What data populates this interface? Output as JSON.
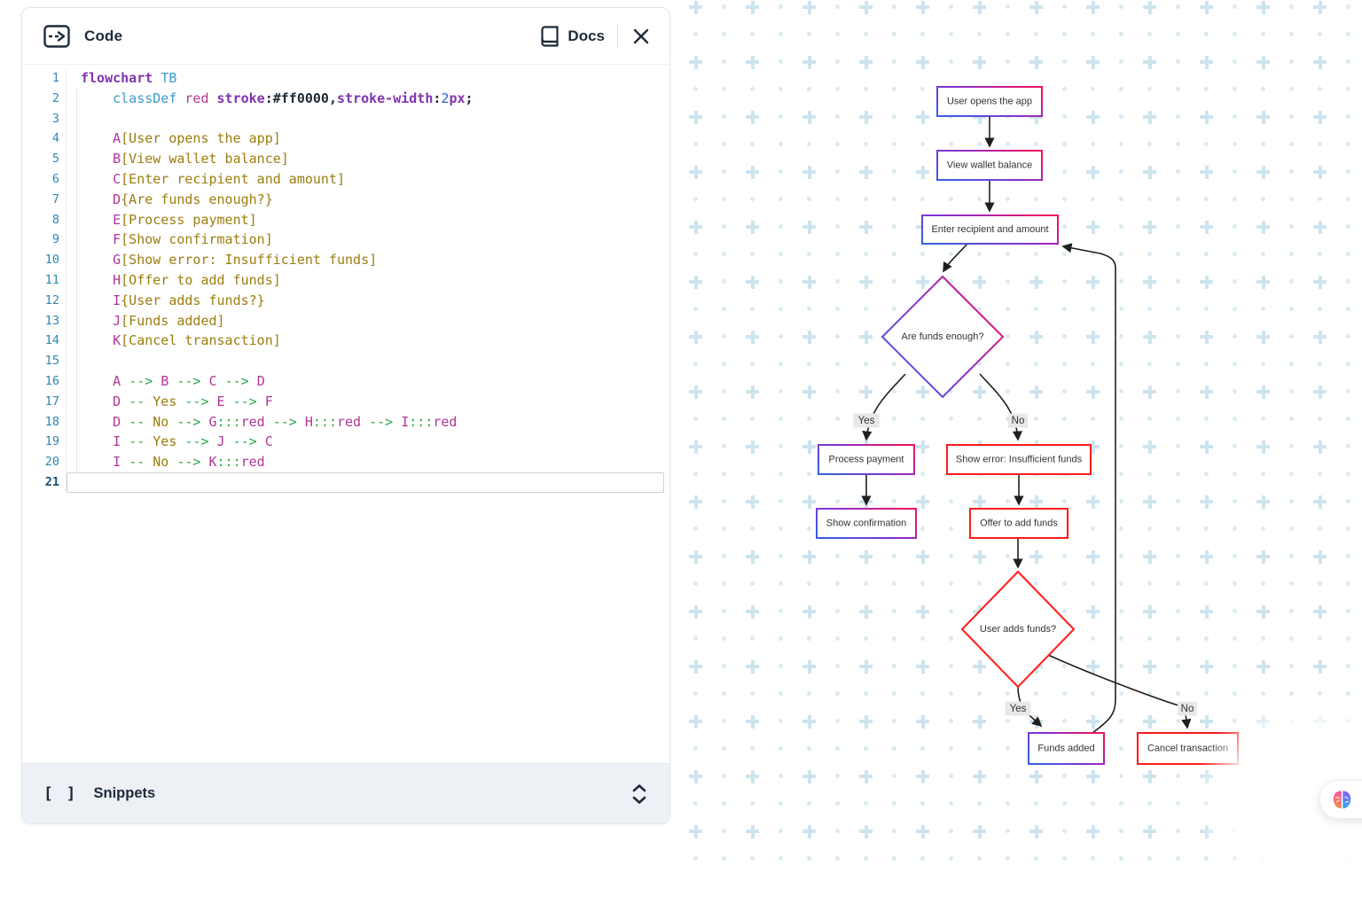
{
  "header": {
    "title": "Code",
    "docs_label": "Docs"
  },
  "editor": {
    "active_line": 21,
    "lines": [
      [
        [
          "k",
          "flowchart"
        ],
        [
          "p",
          " "
        ],
        [
          "t",
          "TB"
        ]
      ],
      [
        [
          "p",
          "    "
        ],
        [
          "t",
          "classDef"
        ],
        [
          "p",
          " "
        ],
        [
          "m",
          "red"
        ],
        [
          "p",
          " "
        ],
        [
          "k",
          "stroke"
        ],
        [
          "d",
          ":"
        ],
        [
          "d",
          "#ff0000"
        ],
        [
          "d",
          ","
        ],
        [
          "k",
          "stroke-width"
        ],
        [
          "d",
          ":"
        ],
        [
          "n",
          "2"
        ],
        [
          "k",
          "px"
        ],
        [
          "d",
          ";"
        ]
      ],
      [],
      [
        [
          "p",
          "    "
        ],
        [
          "m",
          "A"
        ],
        [
          "s",
          "[User opens the app]"
        ]
      ],
      [
        [
          "p",
          "    "
        ],
        [
          "m",
          "B"
        ],
        [
          "s",
          "[View wallet balance]"
        ]
      ],
      [
        [
          "p",
          "    "
        ],
        [
          "m",
          "C"
        ],
        [
          "s",
          "[Enter recipient and amount]"
        ]
      ],
      [
        [
          "p",
          "    "
        ],
        [
          "m",
          "D"
        ],
        [
          "s",
          "{Are funds enough?}"
        ]
      ],
      [
        [
          "p",
          "    "
        ],
        [
          "m",
          "E"
        ],
        [
          "s",
          "[Process payment]"
        ]
      ],
      [
        [
          "p",
          "    "
        ],
        [
          "m",
          "F"
        ],
        [
          "s",
          "[Show confirmation]"
        ]
      ],
      [
        [
          "p",
          "    "
        ],
        [
          "m",
          "G"
        ],
        [
          "s",
          "[Show error: Insufficient funds]"
        ]
      ],
      [
        [
          "p",
          "    "
        ],
        [
          "m",
          "H"
        ],
        [
          "s",
          "[Offer to add funds]"
        ]
      ],
      [
        [
          "p",
          "    "
        ],
        [
          "m",
          "I"
        ],
        [
          "s",
          "{User adds funds?}"
        ]
      ],
      [
        [
          "p",
          "    "
        ],
        [
          "m",
          "J"
        ],
        [
          "s",
          "[Funds added]"
        ]
      ],
      [
        [
          "p",
          "    "
        ],
        [
          "m",
          "K"
        ],
        [
          "s",
          "[Cancel transaction]"
        ]
      ],
      [],
      [
        [
          "p",
          "    "
        ],
        [
          "m",
          "A"
        ],
        [
          "p",
          " "
        ],
        [
          "g",
          "-->"
        ],
        [
          "p",
          " "
        ],
        [
          "m",
          "B"
        ],
        [
          "p",
          " "
        ],
        [
          "g",
          "-->"
        ],
        [
          "p",
          " "
        ],
        [
          "m",
          "C"
        ],
        [
          "p",
          " "
        ],
        [
          "g",
          "-->"
        ],
        [
          "p",
          " "
        ],
        [
          "m",
          "D"
        ]
      ],
      [
        [
          "p",
          "    "
        ],
        [
          "m",
          "D"
        ],
        [
          "p",
          " "
        ],
        [
          "g",
          "--"
        ],
        [
          "p",
          " "
        ],
        [
          "s",
          "Yes"
        ],
        [
          "p",
          " "
        ],
        [
          "g",
          "-->"
        ],
        [
          "p",
          " "
        ],
        [
          "m",
          "E"
        ],
        [
          "p",
          " "
        ],
        [
          "g",
          "-->"
        ],
        [
          "p",
          " "
        ],
        [
          "m",
          "F"
        ]
      ],
      [
        [
          "p",
          "    "
        ],
        [
          "m",
          "D"
        ],
        [
          "p",
          " "
        ],
        [
          "g",
          "--"
        ],
        [
          "p",
          " "
        ],
        [
          "s",
          "No"
        ],
        [
          "p",
          " "
        ],
        [
          "g",
          "-->"
        ],
        [
          "p",
          " "
        ],
        [
          "m",
          "G"
        ],
        [
          "g",
          ":::"
        ],
        [
          "m",
          "red"
        ],
        [
          "p",
          " "
        ],
        [
          "g",
          "-->"
        ],
        [
          "p",
          " "
        ],
        [
          "m",
          "H"
        ],
        [
          "g",
          ":::"
        ],
        [
          "m",
          "red"
        ],
        [
          "p",
          " "
        ],
        [
          "g",
          "-->"
        ],
        [
          "p",
          " "
        ],
        [
          "m",
          "I"
        ],
        [
          "g",
          ":::"
        ],
        [
          "m",
          "red"
        ]
      ],
      [
        [
          "p",
          "    "
        ],
        [
          "m",
          "I"
        ],
        [
          "p",
          " "
        ],
        [
          "g",
          "--"
        ],
        [
          "p",
          " "
        ],
        [
          "s",
          "Yes"
        ],
        [
          "p",
          " "
        ],
        [
          "g",
          "-->"
        ],
        [
          "p",
          " "
        ],
        [
          "m",
          "J"
        ],
        [
          "p",
          " "
        ],
        [
          "g",
          "-->"
        ],
        [
          "p",
          " "
        ],
        [
          "m",
          "C"
        ]
      ],
      [
        [
          "p",
          "    "
        ],
        [
          "m",
          "I"
        ],
        [
          "p",
          " "
        ],
        [
          "g",
          "--"
        ],
        [
          "p",
          " "
        ],
        [
          "s",
          "No"
        ],
        [
          "p",
          " "
        ],
        [
          "g",
          "-->"
        ],
        [
          "p",
          " "
        ],
        [
          "m",
          "K"
        ],
        [
          "g",
          ":::"
        ],
        [
          "m",
          "red"
        ]
      ],
      []
    ]
  },
  "snippets": {
    "label": "Snippets"
  },
  "flowchart": {
    "direction": "TB",
    "class_def": "red stroke:#ff0000,stroke-width:2px",
    "nodes": [
      {
        "id": "A",
        "label": "User opens the app",
        "shape": "rect",
        "style": "gradient"
      },
      {
        "id": "B",
        "label": "View wallet balance",
        "shape": "rect",
        "style": "gradient"
      },
      {
        "id": "C",
        "label": "Enter recipient and amount",
        "shape": "rect",
        "style": "gradient"
      },
      {
        "id": "D",
        "label": "Are funds enough?",
        "shape": "diamond",
        "style": "gradient"
      },
      {
        "id": "E",
        "label": "Process payment",
        "shape": "rect",
        "style": "gradient"
      },
      {
        "id": "G",
        "label": "Show error: Insufficient funds",
        "shape": "rect",
        "style": "red"
      },
      {
        "id": "F",
        "label": "Show confirmation",
        "shape": "rect",
        "style": "gradient"
      },
      {
        "id": "H",
        "label": "Offer to add funds",
        "shape": "rect",
        "style": "red"
      },
      {
        "id": "I",
        "label": "User adds funds?",
        "shape": "diamond",
        "style": "red"
      },
      {
        "id": "J",
        "label": "Funds added",
        "shape": "rect",
        "style": "gradient"
      },
      {
        "id": "K",
        "label": "Cancel transaction",
        "shape": "rect",
        "style": "red"
      }
    ],
    "edges": [
      {
        "from": "A",
        "to": "B"
      },
      {
        "from": "B",
        "to": "C"
      },
      {
        "from": "C",
        "to": "D"
      },
      {
        "from": "D",
        "to": "E",
        "label": "Yes"
      },
      {
        "from": "D",
        "to": "G",
        "label": "No"
      },
      {
        "from": "E",
        "to": "F"
      },
      {
        "from": "G",
        "to": "H"
      },
      {
        "from": "H",
        "to": "I"
      },
      {
        "from": "I",
        "to": "J",
        "label": "Yes"
      },
      {
        "from": "I",
        "to": "K",
        "label": "No"
      },
      {
        "from": "J",
        "to": "C"
      }
    ],
    "colors": {
      "gradient_stops": [
        "#3b5de0",
        "#8a2fd0",
        "#ed1164"
      ],
      "red_stroke": "#ff1b1b",
      "node_fill": "#ffffff",
      "edge_stroke": "#1f1f1f",
      "label_bg": "#e8e8e8",
      "text": "#333333"
    }
  }
}
